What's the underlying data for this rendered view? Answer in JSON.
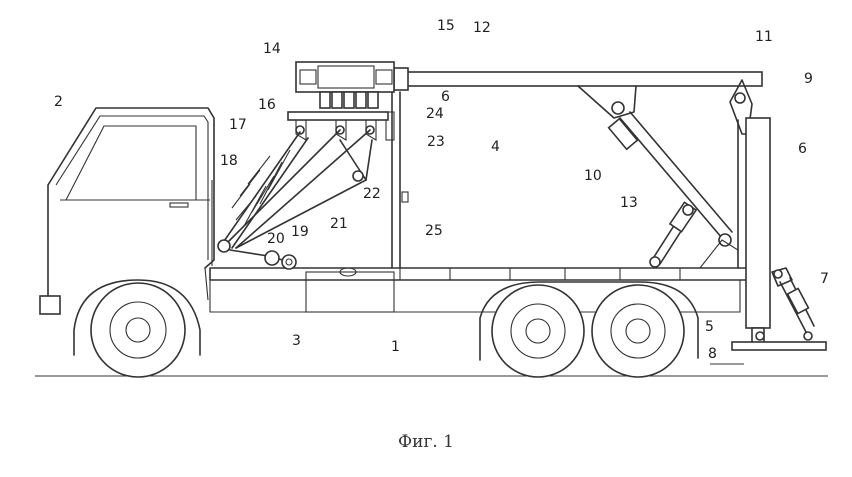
{
  "figure": {
    "caption": "Фиг. 1",
    "callouts": [
      {
        "id": "1",
        "text": "1"
      },
      {
        "id": "2",
        "text": "2"
      },
      {
        "id": "3",
        "text": "3"
      },
      {
        "id": "4",
        "text": "4"
      },
      {
        "id": "5",
        "text": "5"
      },
      {
        "id": "6a",
        "text": "6"
      },
      {
        "id": "6b",
        "text": "6"
      },
      {
        "id": "7",
        "text": "7"
      },
      {
        "id": "8",
        "text": "8"
      },
      {
        "id": "9",
        "text": "9"
      },
      {
        "id": "10",
        "text": "10"
      },
      {
        "id": "11",
        "text": "11"
      },
      {
        "id": "12",
        "text": "12"
      },
      {
        "id": "13",
        "text": "13"
      },
      {
        "id": "14",
        "text": "14"
      },
      {
        "id": "15",
        "text": "15"
      },
      {
        "id": "16",
        "text": "16"
      },
      {
        "id": "17",
        "text": "17"
      },
      {
        "id": "18",
        "text": "18"
      },
      {
        "id": "19",
        "text": "19"
      },
      {
        "id": "20",
        "text": "20"
      },
      {
        "id": "21",
        "text": "21"
      },
      {
        "id": "22",
        "text": "22"
      },
      {
        "id": "23",
        "text": "23"
      },
      {
        "id": "24",
        "text": "24"
      },
      {
        "id": "25",
        "text": "25"
      }
    ]
  }
}
